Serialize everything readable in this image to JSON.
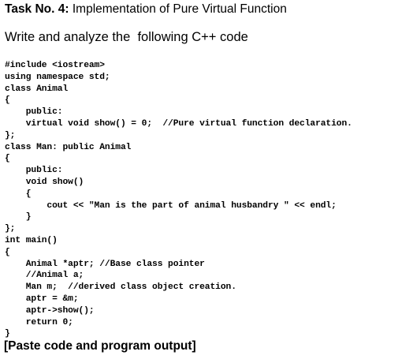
{
  "task": {
    "label": "Task No. 4:",
    "title": " Implementation of Pure Virtual Function"
  },
  "instruction": "Write and analyze the  following C++ code",
  "code_lines": [
    "#include <iostream>",
    "using namespace std;",
    "class Animal",
    "{",
    "    public:",
    "    virtual void show() = 0;  //Pure virtual function declaration.",
    "};",
    "class Man: public Animal",
    "{",
    "    public:",
    "    void show()",
    "    {",
    "        cout << \"Man is the part of animal husbandry \" << endl;",
    "    }",
    "};",
    "int main()",
    "{",
    "    Animal *aptr; //Base class pointer",
    "    //Animal a;",
    "    Man m;  //derived class object creation.",
    "    aptr = &m;",
    "    aptr->show();",
    "    return 0;",
    "}"
  ],
  "footer": "[Paste code and program output]"
}
